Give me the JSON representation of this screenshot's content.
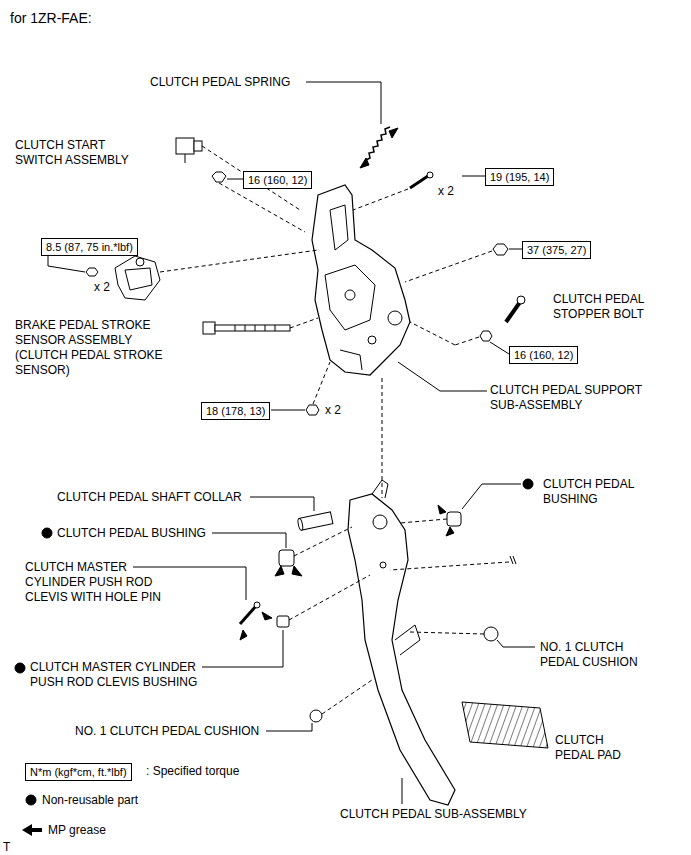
{
  "diagram": {
    "title": "for 1ZR-FAE:",
    "nodes": [
      {
        "text": [
          "16 (160, 12)"
        ]
      },
      {
        "text": [
          "19 (195, 14)"
        ]
      },
      {
        "text": [
          "8.5 (87, 75 in.*lbf)"
        ]
      },
      {
        "text": [
          "37 (375, 27)"
        ]
      },
      {
        "text": [
          "16 (160, 12)"
        ]
      },
      {
        "text": [
          "18 (178, 13)"
        ]
      },
      {
        "text": [
          "N*m (kgf*cm, ft.*lbf)"
        ]
      }
    ],
    "edges": [],
    "labels": [
      "CLUTCH PEDAL SPRING",
      "CLUTCH START SWITCH ASSEMBLY",
      "x 2",
      "x 2",
      "BRAKE PEDAL STROKE SENSOR ASSEMBLY (CLUTCH PEDAL STROKE SENSOR)",
      "CLUTCH PEDAL STOPPER BOLT",
      "CLUTCH PEDAL SUPPORT SUB-ASSEMBLY",
      "x 2",
      "CLUTCH PEDAL SHAFT COLLAR",
      "CLUTCH PEDAL BUSHING",
      "CLUTCH PEDAL BUSHING",
      "CLUTCH MASTER CYLINDER PUSH ROD CLEVIS WITH HOLE PIN",
      "CLUTCH MASTER CYLINDER PUSH ROD CLEVIS BUSHING",
      "NO. 1 CLUTCH PEDAL CUSHION",
      "NO. 1 CLUTCH PEDAL CUSHION",
      "CLUTCH PEDAL PAD",
      "CLUTCH PEDAL SUB-ASSEMBLY",
      ": Specified torque",
      "T"
    ],
    "legend": [
      {
        "text": "Non-reusable part"
      },
      {
        "text": "MP grease"
      }
    ]
  }
}
